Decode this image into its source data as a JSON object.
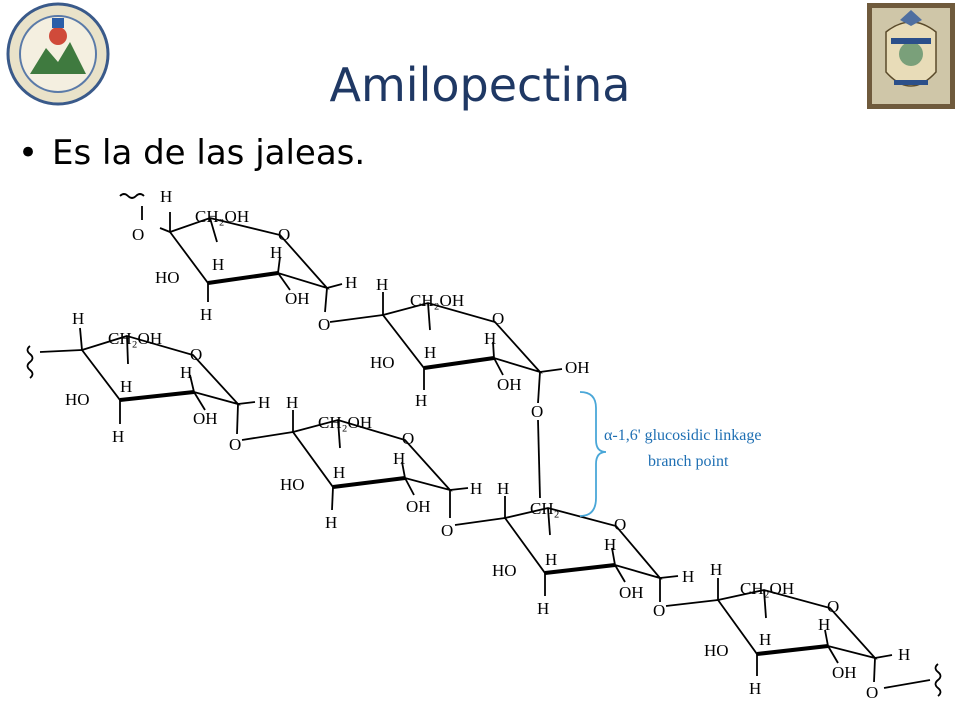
{
  "slide": {
    "title": "Amilopectina",
    "bullet": "Es la de las jaleas."
  },
  "logos": {
    "left": "university-seal",
    "right": "faculty-crest"
  },
  "colors": {
    "title": "#1f3864",
    "bracket": "#4aa7d8",
    "annotation": "#1e6fb3"
  },
  "diagram": {
    "annotation_line1": "α-1,6' glucosidic linkage",
    "annotation_line2": "branch point",
    "atoms": {
      "H": "H",
      "O": "O",
      "HO": "HO",
      "OH": "OH",
      "CH2OH": "CH₂OH",
      "CH2": "CH₂"
    }
  }
}
